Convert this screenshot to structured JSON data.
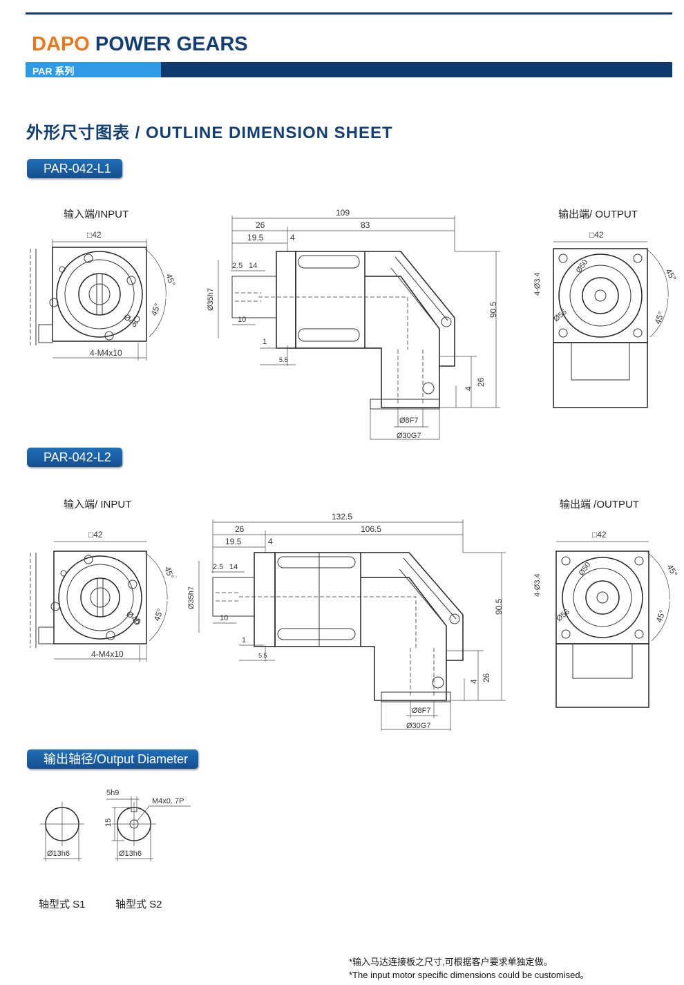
{
  "header": {
    "brand_part1": "DAPO",
    "brand_part2": "POWER GEARS",
    "series_label": "PAR 系列",
    "colors": {
      "navy": "#0e3a6e",
      "orange": "#e8781e",
      "light_blue": "#2f9be6"
    }
  },
  "sheet_title": "外形尺寸图表 / OUTLINE DIMENSION SHEET",
  "models": [
    {
      "name": "PAR-042-L1",
      "input_label": "输入端/INPUT",
      "output_label": "输出端/ OUTPUT",
      "input_dims": {
        "square": "□42",
        "angle1": "45°",
        "angle2": "45°",
        "pcd": "Ø46",
        "thread": "4-M4x10"
      },
      "side_dims": {
        "total": "109",
        "d26": "26",
        "d83": "83",
        "d19_5": "19.5",
        "d4": "4",
        "d2_5": "2.5",
        "d14": "14",
        "bore": "Ø35h7",
        "d10": "10",
        "d1": "1",
        "d5_5": "5.5",
        "height": "90.5",
        "d4b": "4",
        "d26b": "26",
        "shaft": "Ø8F7",
        "pilot": "Ø30G7"
      },
      "output_dims": {
        "square": "□42",
        "holes": "4-Ø3.4",
        "pcd50": "Ø50",
        "pcd56": "Ø56",
        "angle1": "45°",
        "angle2": "45°"
      }
    },
    {
      "name": "PAR-042-L2",
      "input_label": "输入端/ INPUT",
      "output_label": "输出端 /OUTPUT",
      "input_dims": {
        "square": "□42",
        "angle1": "45°",
        "angle2": "45°",
        "pcd": "Ø46",
        "thread": "4-M4x10"
      },
      "side_dims": {
        "total": "132.5",
        "d26": "26",
        "d83": "106.5",
        "d19_5": "19.5",
        "d4": "4",
        "d2_5": "2.5",
        "d14": "14",
        "bore": "Ø35h7",
        "d10": "10",
        "d1": "1",
        "d5_5": "5.5",
        "height": "90.5",
        "d4b": "4",
        "d26b": "26",
        "shaft": "Ø8F7",
        "pilot": "Ø30G7"
      },
      "output_dims": {
        "square": "□42",
        "holes": "4-Ø3.4",
        "pcd50": "Ø50",
        "pcd56": "Ø56",
        "angle1": "45°",
        "angle2": "45°"
      }
    }
  ],
  "output_diameter": {
    "title": "输出轴径/Output Diameter",
    "s1": {
      "dia": "Ø13h6",
      "label": "轴型式 S1"
    },
    "s2": {
      "dia": "Ø13h6",
      "key": "5h9",
      "height": "15",
      "thread": "M4x0. 7P",
      "label": "轴型式 S2"
    }
  },
  "footnote": {
    "cn": "*输入马达连接板之尺寸,可根据客户要求单独定做。",
    "en": "*The input motor specific dimensions could be customised。"
  }
}
